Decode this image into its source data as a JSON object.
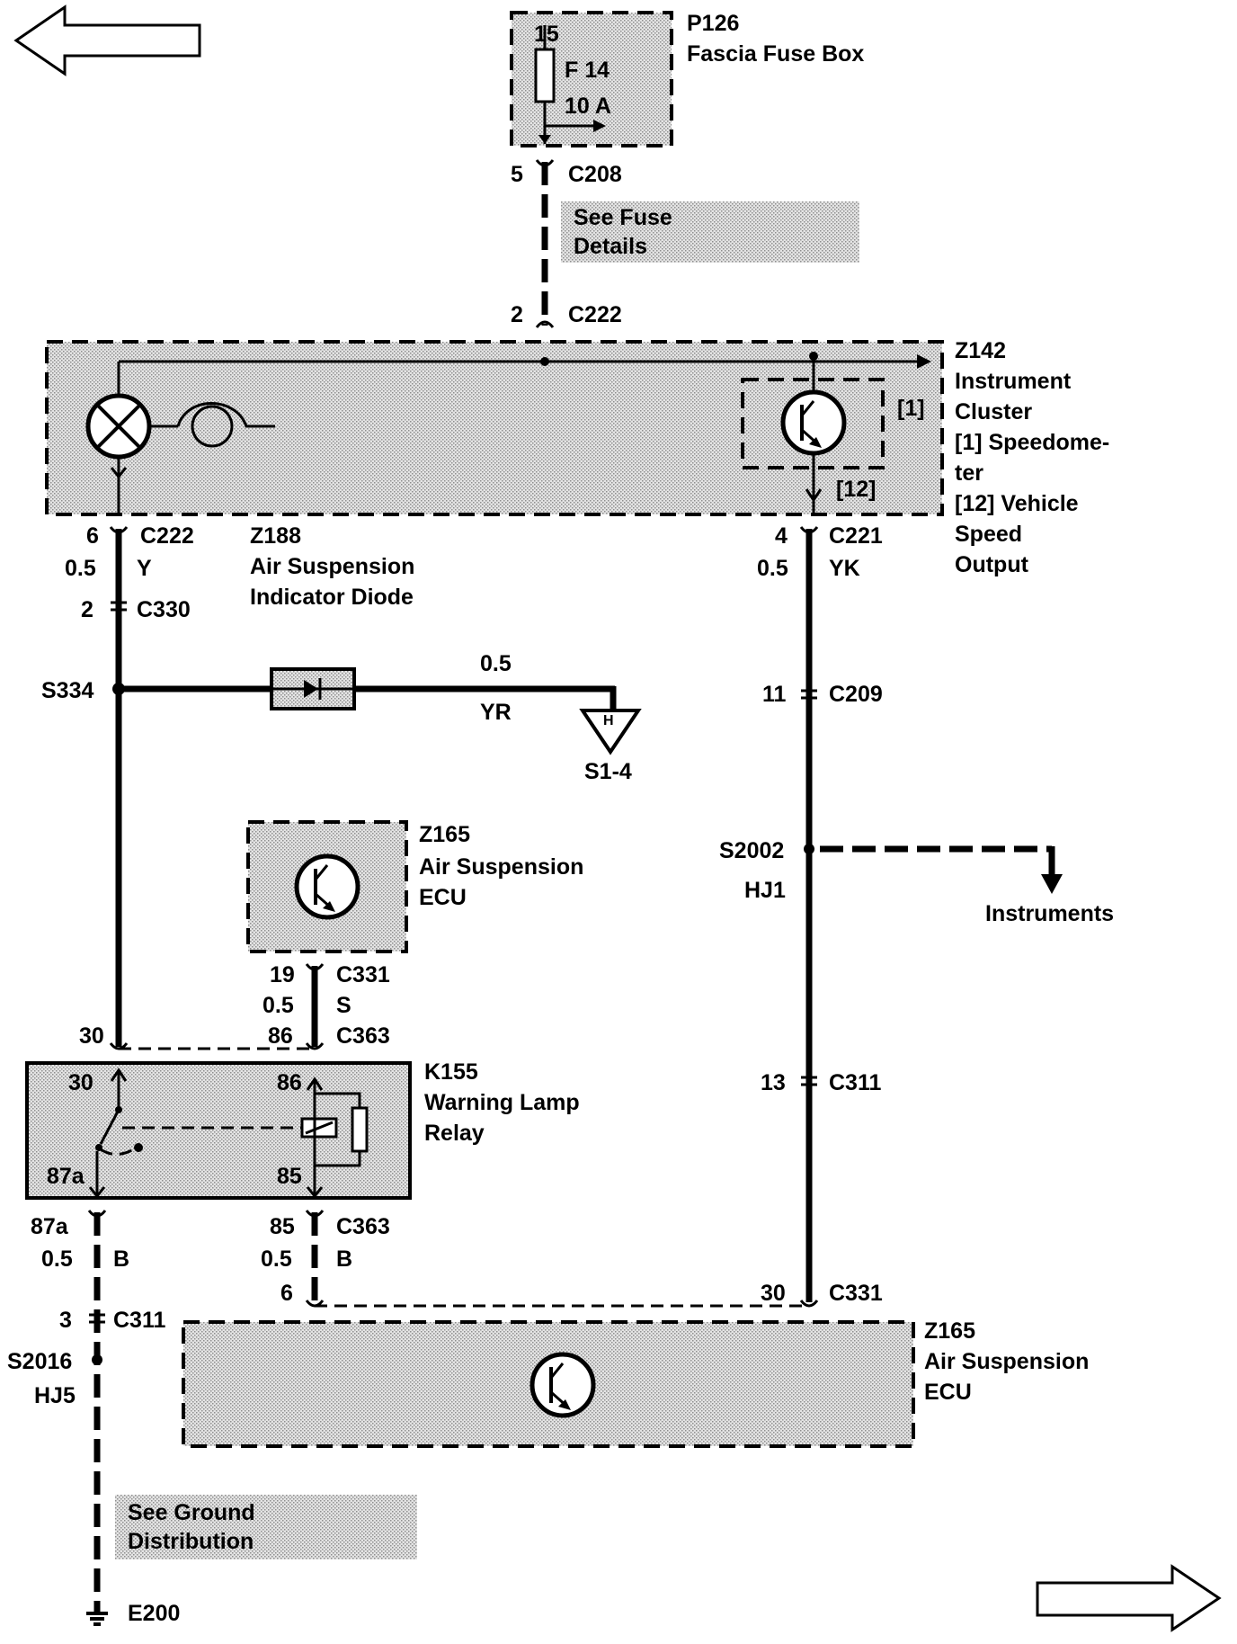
{
  "components": {
    "fuse_box": {
      "id": "P126",
      "name": "Fascia Fuse Box",
      "fuse_pin": "15",
      "fuse_id": "F 14",
      "fuse_rating": "10 A"
    },
    "instrument_cluster": {
      "id": "Z142",
      "name_line1": "Instrument",
      "name_line2": "Cluster",
      "legend1_line1": "[1]  Speedome-",
      "legend1_line2": "ter",
      "legend2_line1": "[12] Vehicle",
      "legend2_line2": "Speed",
      "legend2_line3": "Output",
      "tag1": "[1]",
      "tag12": "[12]"
    },
    "diode": {
      "id": "Z188",
      "name_line1": "Air Suspension",
      "name_line2": "Indicator Diode"
    },
    "ecu_upper": {
      "id": "Z165",
      "name_line1": "Air Suspension",
      "name_line2": "ECU"
    },
    "relay": {
      "id": "K155",
      "name_line1": "Warning Lamp",
      "name_line2": "Relay",
      "pin30": "30",
      "pin86": "86",
      "pin87a": "87a",
      "pin85": "85"
    },
    "ecu_lower": {
      "id": "Z165",
      "name_line1": "Air Suspension",
      "name_line2": "ECU"
    }
  },
  "notes": {
    "fuse": {
      "line1": "See Fuse",
      "line2": "Details"
    },
    "ground": {
      "line1": "See Ground",
      "line2": "Distribution"
    }
  },
  "labels": {
    "c208_pin": "5",
    "c208": "C208",
    "c222_top_pin": "2",
    "c222_top": "C222",
    "c222_left_pin": "6",
    "c222_left": "C222",
    "left_size": "0.5",
    "left_color": "Y",
    "c330_pin": "2",
    "c330": "C330",
    "s334": "S334",
    "yr_size": "0.5",
    "yr_color": "YR",
    "ground_s14": "S1-4",
    "ground_h": "H",
    "c221_pin": "4",
    "c221": "C221",
    "yk_size": "0.5",
    "yk_color": "YK",
    "c209_pin": "11",
    "c209": "C209",
    "s2002": "S2002",
    "hj1": "HJ1",
    "instruments": "Instruments",
    "c331_pin19": "19",
    "c331_top": "C331",
    "s_size": "0.5",
    "s_color": "S",
    "c363_pin86": "86",
    "c363_top": "C363",
    "pin30_left": "30",
    "c311_right_pin": "13",
    "c311_right": "C311",
    "left_87a": "87a",
    "b_size_left": "0.5",
    "b_color_left": "B",
    "c363_pin85": "85",
    "c363_bottom": "C363",
    "b_size_mid": "0.5",
    "b_color_mid": "B",
    "pin6": "6",
    "c331_pin30": "30",
    "c331_bottom": "C331",
    "c311_left_pin": "3",
    "c311_left": "C311",
    "s2016": "S2016",
    "hj5": "HJ5",
    "e200": "E200"
  }
}
